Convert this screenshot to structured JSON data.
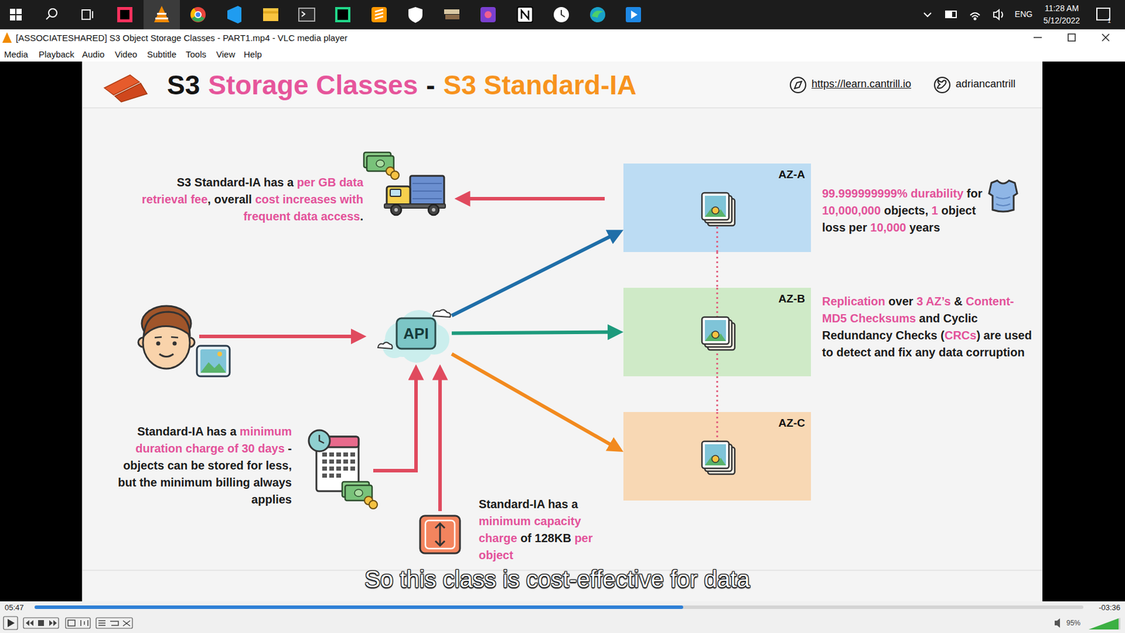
{
  "diagram": {
    "nodes": [
      {
        "text": [
          "API"
        ]
      },
      {
        "text": [
          "AZ-A"
        ]
      },
      {
        "text": [
          "AZ-B"
        ]
      },
      {
        "text": [
          "AZ-C"
        ]
      }
    ],
    "edges": [
      {
        "from": 0,
        "to": 1,
        "arrow": "to"
      },
      {
        "from": 0,
        "to": 2,
        "arrow": "to"
      },
      {
        "from": 0,
        "to": 3,
        "arrow": "to"
      },
      {
        "from": 1,
        "to": 2,
        "arrow": "none"
      },
      {
        "from": 2,
        "to": 3,
        "arrow": "none"
      }
    ],
    "labels": [
      "11:28 AM",
      "5/12/2022",
      "ENG",
      "1",
      "[ASSOCIATESHARED] S3 Object Storage Classes - PART1.mp4 - VLC media player",
      "Media",
      "Playback",
      "Audio",
      "Video",
      "Subtitle",
      "Tools",
      "View",
      "Help",
      "S3",
      "Storage Classes",
      "-",
      "S3 Standard-IA",
      "https://learn.cantrill.io",
      "adriancantrill",
      "S3 Standard-IA has a ",
      "per GB data retrieval fee",
      ", overall ",
      "cost increases with frequent data access",
      ".",
      "99.999999999% durability",
      " for ",
      "10,000,000",
      " objects, ",
      "1",
      " object loss per ",
      "10,000",
      " years",
      "Replication",
      " over ",
      "3 AZ’s",
      " & ",
      "Content-MD5 Checksums",
      " and Cyclic Redundancy Checks (",
      "CRCs",
      ") are used to detect and fix any data corruption",
      "Standard-IA has a ",
      "minimum duration charge of 30 days",
      " - objects can be stored for less, but the minimum billing always applies",
      "Standard-IA has a ",
      "minimum capacity charge",
      " of 128KB ",
      "per object",
      "So this class is cost-effective for data",
      "05:47",
      "-03:36",
      "95%"
    ]
  }
}
